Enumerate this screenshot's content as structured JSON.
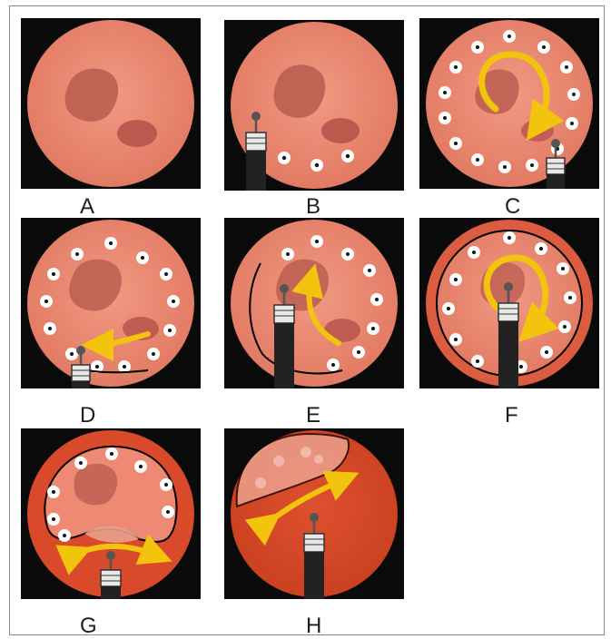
{
  "figure": {
    "panels": [
      {
        "id": "A",
        "label": "A"
      },
      {
        "id": "B",
        "label": "B"
      },
      {
        "id": "C",
        "label": "C"
      },
      {
        "id": "D",
        "label": "D"
      },
      {
        "id": "E",
        "label": "E"
      },
      {
        "id": "F",
        "label": "F"
      },
      {
        "id": "G",
        "label": "G"
      },
      {
        "id": "H",
        "label": "H"
      }
    ]
  },
  "colors": {
    "mucosa": "#ee8a73",
    "lesion": "#b8524a",
    "submucosa_exposed": "#d94a2b",
    "marking_dot": "#ffffff",
    "arrow": "#f2c40e",
    "background": "#0a0a0a",
    "incision_line": "#000000"
  },
  "icons": {
    "instrument": "electrosurgical-knife-icon",
    "marking": "coagulation-mark-icon",
    "arrow": "direction-arrow-icon"
  }
}
